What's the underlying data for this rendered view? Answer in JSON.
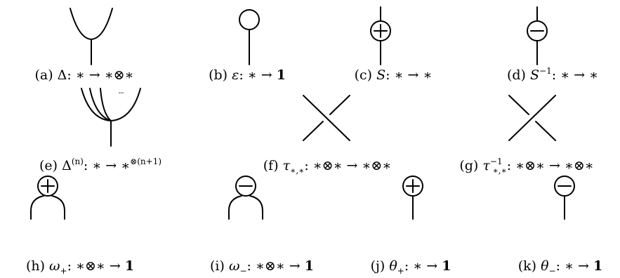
{
  "panels": [
    {
      "tag": "(a)",
      "op": "Δ",
      "arg": "",
      "sub": "",
      "map": ": ∗ → ∗⊗∗"
    },
    {
      "tag": "(b)",
      "op": "ε",
      "arg": "",
      "sub": "",
      "map": ": ∗ → ",
      "bold": "1"
    },
    {
      "tag": "(c)",
      "op": "S",
      "arg": "",
      "sub": "",
      "map": ": ∗ → ∗"
    },
    {
      "tag": "(d)",
      "op": "S",
      "sup": "−1",
      "sub": "",
      "map": ": ∗ → ∗"
    },
    {
      "tag": "(e)",
      "op": "Δ",
      "sup": "(n)",
      "sub": "",
      "map": ": ∗ → ∗",
      "map_sup": "⊗(n+1)"
    },
    {
      "tag": "(f)",
      "op": "τ",
      "sub": "∗,∗",
      "map": ": ∗⊗∗ → ∗⊗∗"
    },
    {
      "tag": "(g)",
      "op": "τ",
      "sup": "−1",
      "sub": "∗,∗",
      "map": ": ∗⊗∗ → ∗⊗∗"
    },
    {
      "tag": "(h)",
      "op": "ω",
      "sub": "+",
      "map": ": ∗⊗∗ → ",
      "bold": "1"
    },
    {
      "tag": "(i)",
      "op": "ω",
      "sub": "−",
      "map": ": ∗⊗∗ → ",
      "bold": "1"
    },
    {
      "tag": "(j)",
      "op": "θ",
      "sub": "+",
      "map": ": ∗ → ",
      "bold": "1"
    },
    {
      "tag": "(k)",
      "op": "θ",
      "sub": "−",
      "map": ": ∗ → ",
      "bold": "1"
    }
  ],
  "dots_label": "···"
}
